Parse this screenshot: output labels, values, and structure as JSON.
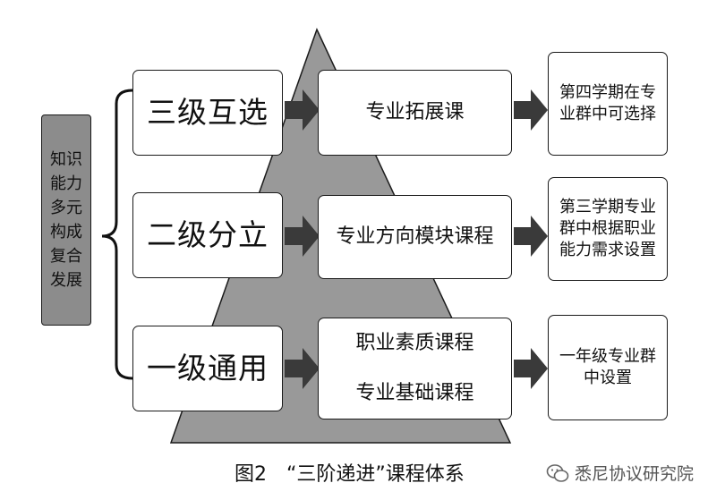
{
  "side_label": "知识\n能力\n多元\n构成\n复合\n发展",
  "levels": [
    {
      "label": "三级互选"
    },
    {
      "label": "二级分立"
    },
    {
      "label": "一级通用"
    }
  ],
  "courses": [
    {
      "lines": [
        "专业拓展课"
      ]
    },
    {
      "lines": [
        "专业方向模块课程"
      ]
    },
    {
      "lines": [
        "职业素质课程",
        "专业基础课程"
      ]
    }
  ],
  "descriptions": [
    {
      "text": "第四学期在专\n业群中可选择"
    },
    {
      "text": "第三学期专业\n群中根据职业\n能力需求设置"
    },
    {
      "text": "一年级专业群\n中设置"
    }
  ],
  "caption": "图2　“三阶递进”课程体系",
  "watermark": "悉尼协议研究院",
  "colors": {
    "pyramid": "#999999",
    "arrow": "#3a3a3a",
    "side_fill": "#8c8c8c"
  }
}
